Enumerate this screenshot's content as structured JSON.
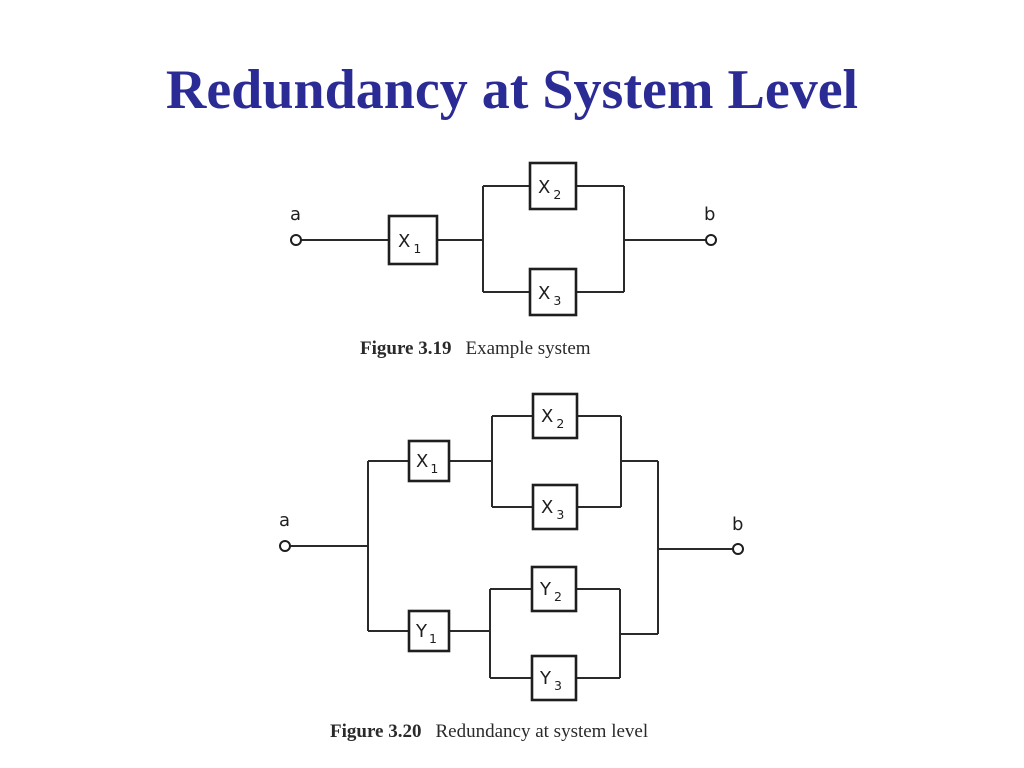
{
  "slide": {
    "title": "Redundancy at System Level"
  },
  "figure_319": {
    "caption_number": "Figure 3.19",
    "caption_text": "Example system",
    "terminal_in": "a",
    "terminal_out": "b",
    "blocks": [
      {
        "letter": "X",
        "sub": "1"
      },
      {
        "letter": "X",
        "sub": "2"
      },
      {
        "letter": "X",
        "sub": "3"
      }
    ]
  },
  "figure_320": {
    "caption_number": "Figure 3.20",
    "caption_text": "Redundancy at system level",
    "terminal_in": "a",
    "terminal_out": "b",
    "blocks": [
      {
        "letter": "X",
        "sub": "1"
      },
      {
        "letter": "X",
        "sub": "2"
      },
      {
        "letter": "X",
        "sub": "3"
      },
      {
        "letter": "Y",
        "sub": "1"
      },
      {
        "letter": "Y",
        "sub": "2"
      },
      {
        "letter": "Y",
        "sub": "3"
      }
    ]
  }
}
